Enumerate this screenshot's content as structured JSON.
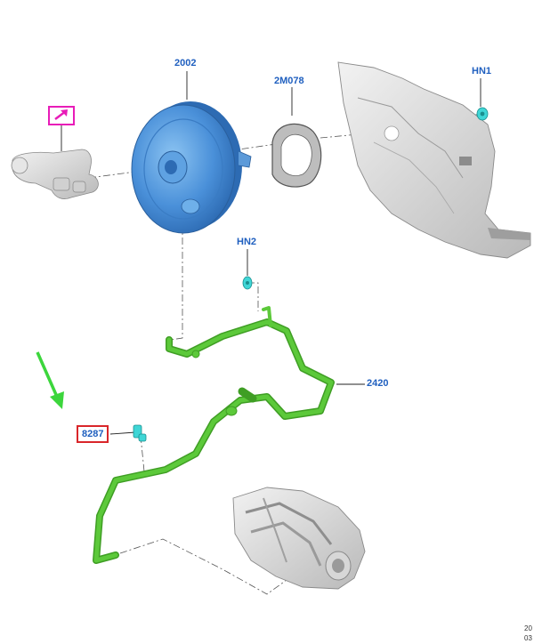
{
  "callouts": {
    "booster": "2002",
    "gasket": "2M078",
    "nut_upper": "HN1",
    "nut_lower": "HN2",
    "hose": "2420",
    "valve": "8287"
  },
  "corner_text": {
    "line1": "20",
    "line2": "03"
  },
  "colors": {
    "booster": "#4a90d9",
    "hose": "#5cc93a",
    "fastener": "#3fd6d6",
    "callout_text": "#1f5fbf",
    "highlight_box": "#d9262a",
    "magenta_box": "#e81cb8",
    "arrow": "#3cd63c"
  },
  "icons": {
    "reference_symbol": "arrow-up-right-icon",
    "direction_arrow": "arrow-down-left-icon"
  }
}
